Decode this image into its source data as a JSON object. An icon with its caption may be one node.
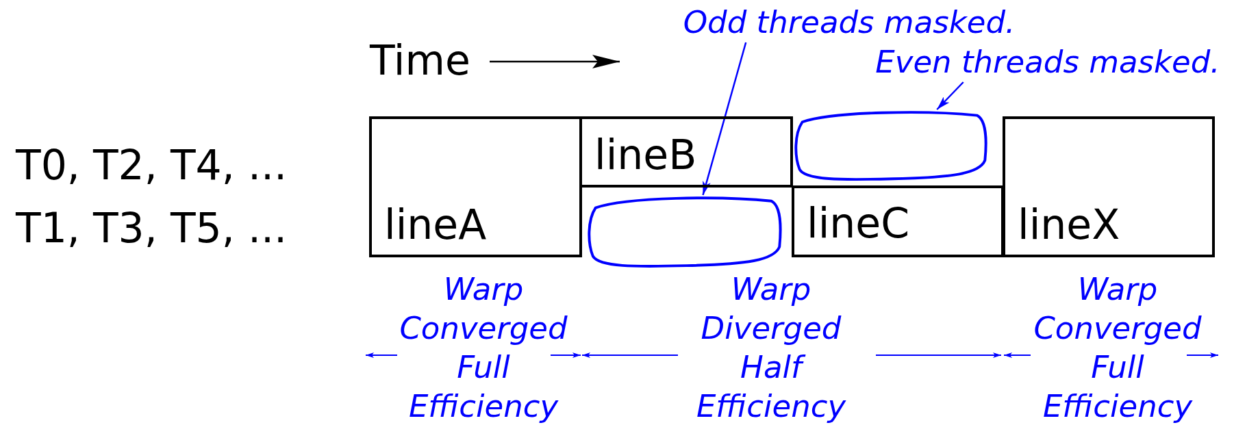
{
  "diagram": {
    "nodes": [
      {
        "text": [
          "Odd threads masked."
        ]
      },
      {
        "text": [
          "Even threads masked."
        ]
      },
      {
        "text": [
          "lineA"
        ]
      },
      {
        "text": [
          "lineB"
        ]
      },
      {
        "text": [],
        "shape": "circle"
      },
      {
        "text": [],
        "shape": "circle"
      },
      {
        "text": [
          "lineC"
        ]
      },
      {
        "text": [
          "lineX"
        ]
      }
    ],
    "edges": [
      {
        "from": 0,
        "to": 5,
        "arrow": "to",
        "color": "#0000ff"
      },
      {
        "from": 1,
        "to": 4,
        "arrow": "to",
        "color": "#0000ff"
      }
    ],
    "labels": [
      "Time",
      "T0, T2, T4, ...",
      "T1, T3, T5, ...",
      "Warp Converged Full Efficiency",
      "Warp Diverged Half Efficiency",
      "Warp Converged Full Efficiency"
    ]
  }
}
